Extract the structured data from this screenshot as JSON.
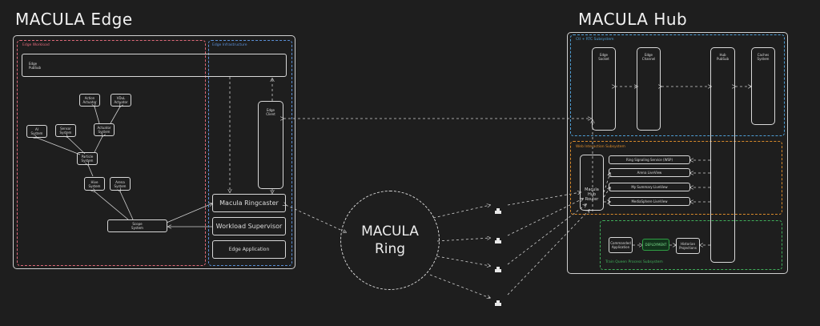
{
  "colors": {
    "background": "#1e1e1e",
    "edge_workload": "#e06a7a",
    "infrastructure": "#5b8fd6",
    "ctrl_rtc": "#4f9fd6",
    "web_interaction": "#d98a2b",
    "train_queen": "#3fae5a",
    "ai_box": "#2f9e44"
  },
  "edge": {
    "title": "MACULA Edge",
    "workload_label": "Edge Workload",
    "infra_label": "Edge Infrastructure",
    "pubsub": "Edge\nPubSub",
    "client": "Edge\nClient",
    "ringcaster": "Macula Ringcaster",
    "supervisor": "Workload Supervisor",
    "application": "Edge Application",
    "nodes": {
      "action": "Action\nActuator",
      "vidul": "VDuL\nActuator",
      "actuator": "Actuator\nSystem",
      "ai": "AI\nSystem",
      "sensor": "Sensor\nSystem",
      "particle": "Particle\nSystem",
      "hive": "Hive\nSystem",
      "arena": "Arena\nSystem",
      "scope": "Scope\nSystem"
    }
  },
  "ring": {
    "label": "MACULA\nRing"
  },
  "hub": {
    "title": "MACULA Hub",
    "ctrl_label": "Ctl + RTC Subsystem",
    "web_label": "Web Interaction Subsystem",
    "train_label": "Train Queen Process Subsystem",
    "socket": "Edge\nSocket",
    "channel": "Edge\nChannel",
    "hub_pubsub": "Hub\nPubSub",
    "caches": "Caches\nSystem",
    "router": "Macula\nHub\nRouter",
    "web_items": [
      "Ring Signaling Service (WSP)",
      "Arena LiveView",
      "My Summary LiveView",
      "MediaSphere LiveView"
    ],
    "train": {
      "commanded": "Commanded\nApplication",
      "badge": "DEPLOYMENT",
      "projections": "Historian\nProjections"
    }
  },
  "icons": [
    "host-icon",
    "host-icon",
    "host-icon",
    "host-icon"
  ]
}
